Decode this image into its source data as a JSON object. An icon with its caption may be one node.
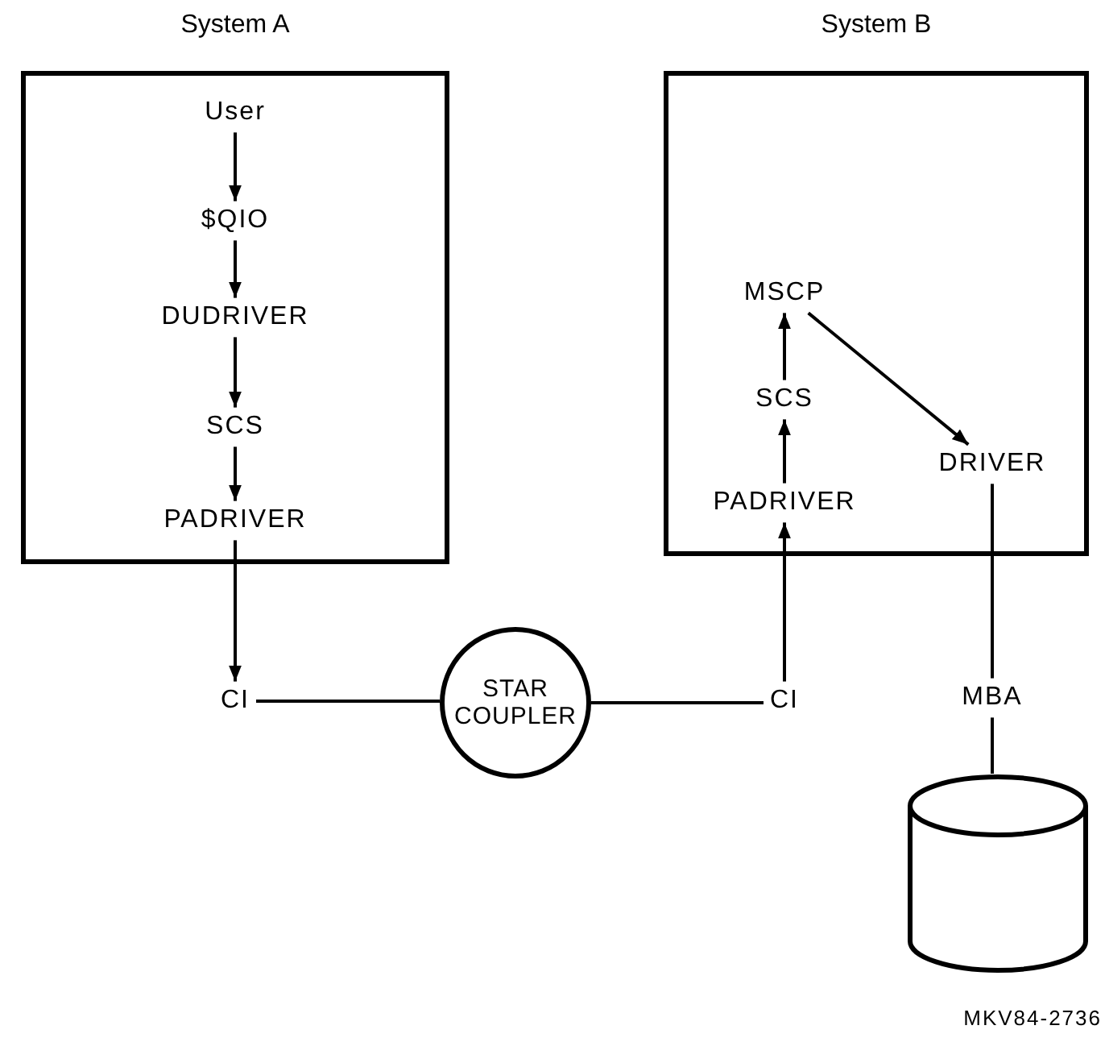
{
  "diagram": {
    "nodes": [
      {
        "text": [
          "System A"
        ]
      },
      {
        "text": [
          "User"
        ],
        "in": 0
      },
      {
        "text": [
          "$QIO"
        ],
        "in": 0
      },
      {
        "text": [
          "DUDRIVER"
        ],
        "in": 0
      },
      {
        "text": [
          "SCS"
        ],
        "in": 0
      },
      {
        "text": [
          "PADRIVER"
        ],
        "in": 0
      },
      {
        "text": [
          "CI"
        ]
      },
      {
        "text": [
          "STAR COUPLER"
        ]
      },
      {
        "text": [
          "CI"
        ]
      },
      {
        "text": [
          "System B"
        ]
      },
      {
        "text": [
          "MSCP"
        ],
        "in": 9
      },
      {
        "text": [
          "SCS"
        ],
        "in": 9
      },
      {
        "text": [
          "PADRIVER"
        ],
        "in": 9
      },
      {
        "text": [
          "DRIVER"
        ],
        "in": 9
      },
      {
        "text": [
          "MBA"
        ]
      },
      {
        "text": [],
        "shape": "cylinder"
      }
    ],
    "edges": [
      {
        "from": 1,
        "to": 2,
        "arrow": "to"
      },
      {
        "from": 2,
        "to": 3,
        "arrow": "to"
      },
      {
        "from": 3,
        "to": 4,
        "arrow": "to"
      },
      {
        "from": 4,
        "to": 5,
        "arrow": "to"
      },
      {
        "from": 5,
        "to": 6,
        "arrow": "to"
      },
      {
        "from": 6,
        "to": 7,
        "arrow": "none"
      },
      {
        "from": 7,
        "to": 8,
        "arrow": "none"
      },
      {
        "from": 8,
        "to": 12,
        "arrow": "to"
      },
      {
        "from": 12,
        "to": 11,
        "arrow": "to"
      },
      {
        "from": 11,
        "to": 10,
        "arrow": "to"
      },
      {
        "from": 10,
        "to": 13,
        "arrow": "to"
      },
      {
        "from": 13,
        "to": 14,
        "arrow": "none"
      },
      {
        "from": 14,
        "to": 15,
        "arrow": "none"
      }
    ],
    "labels": [
      "MKV84-2736"
    ]
  }
}
